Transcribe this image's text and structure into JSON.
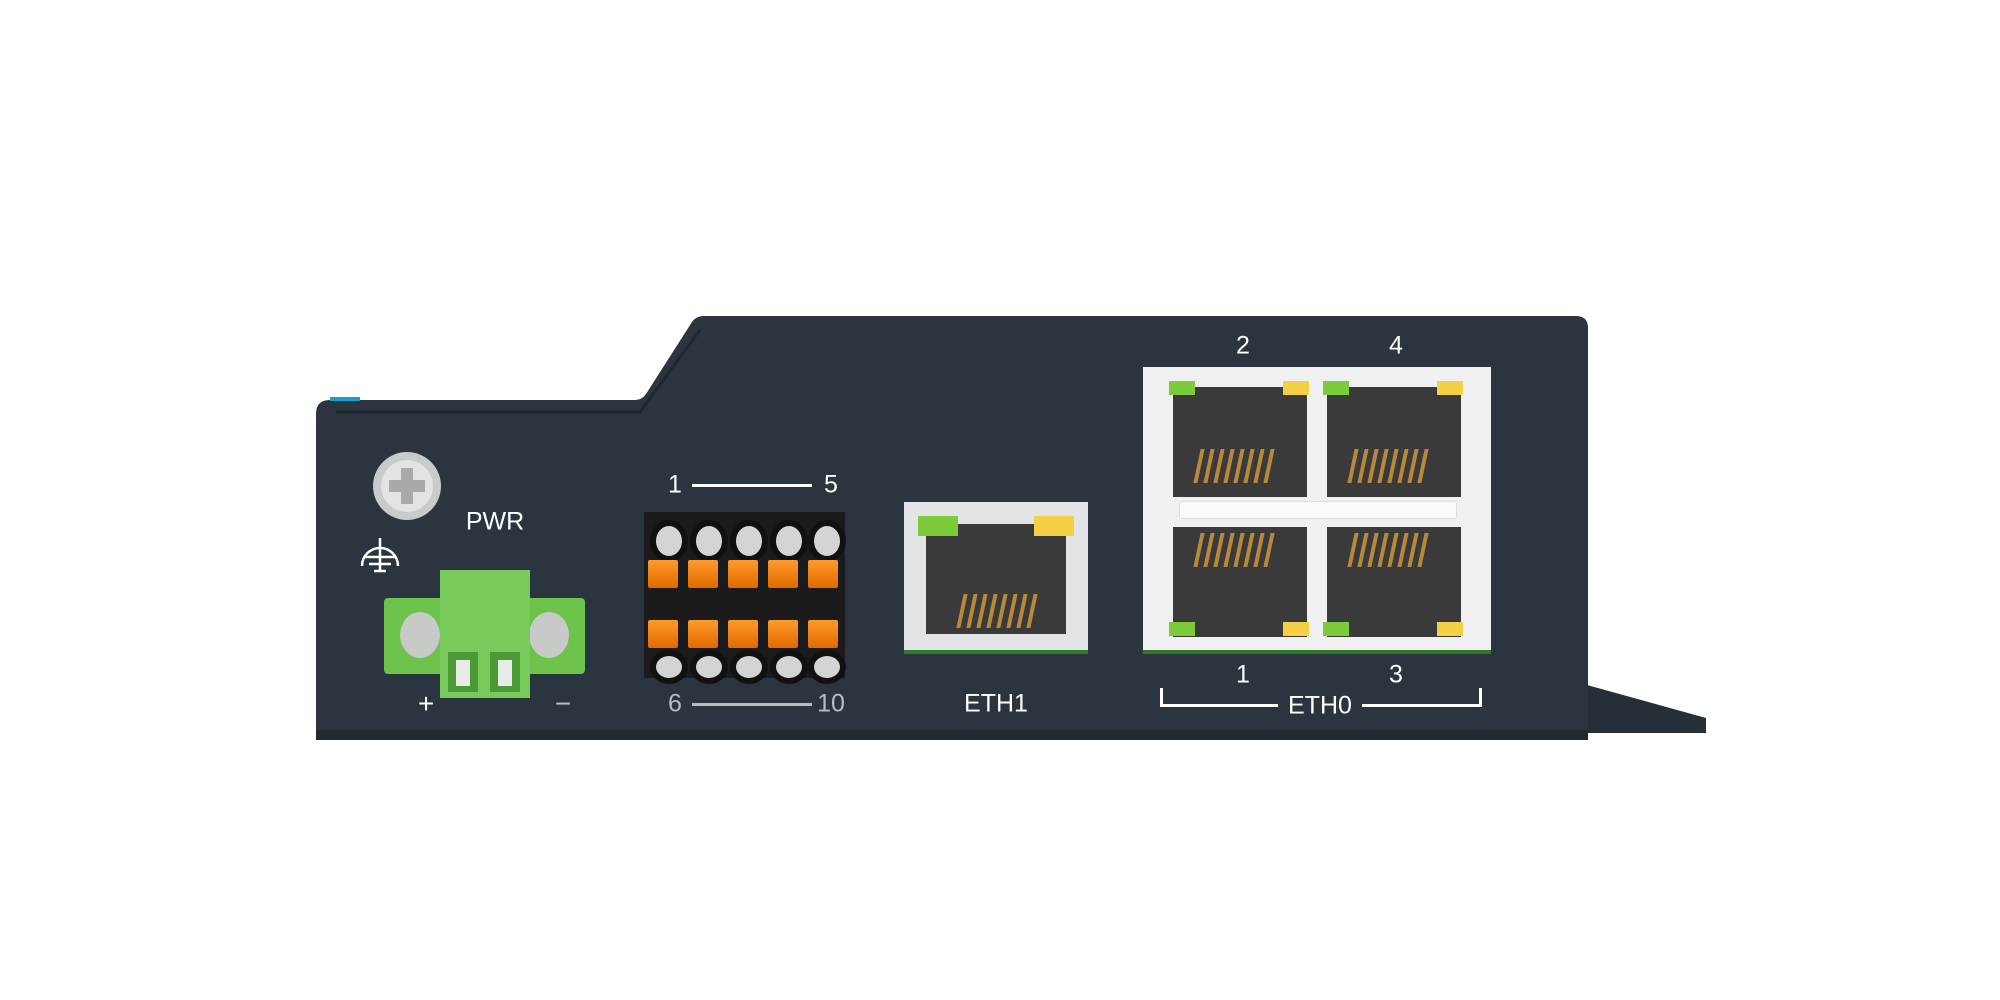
{
  "device": {
    "body_color": "#2b3540",
    "power": {
      "label": "PWR",
      "plus": "+",
      "minus": "−",
      "connector_color": "#6cc24a"
    },
    "ground_icon": "ground-symbol-icon",
    "io_terminal": {
      "top_start": "1",
      "top_end": "5",
      "bottom_start": "6",
      "bottom_end": "10",
      "clip_color": "#f08a14"
    },
    "eth1": {
      "label": "ETH1"
    },
    "eth0": {
      "label": "ETH0",
      "ports": [
        "2",
        "4",
        "1",
        "3"
      ]
    },
    "led_colors": {
      "link": "#7ccb3a",
      "activity": "#f5cf45"
    }
  }
}
